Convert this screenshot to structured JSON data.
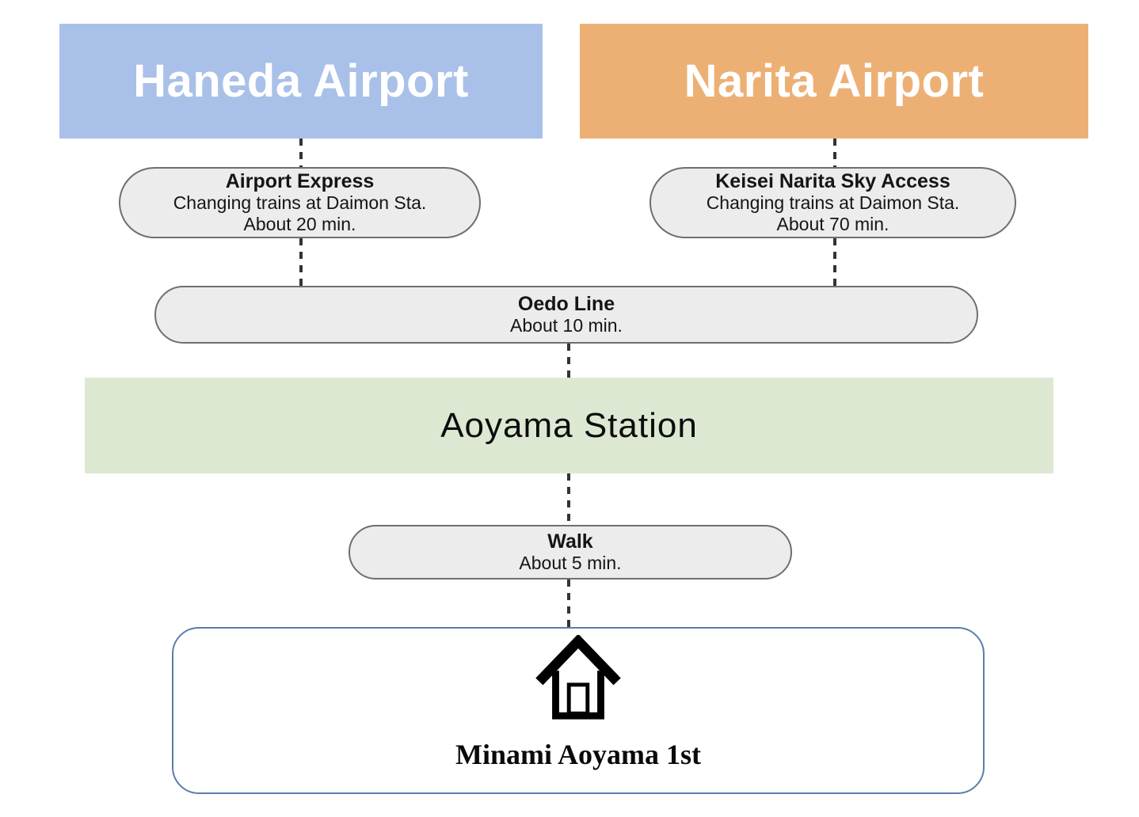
{
  "diagram": {
    "colors": {
      "pill_fill": "#ececec",
      "pill_border": "#6f6f6f",
      "connector": "#333333",
      "destination_border": "#5b7dad"
    },
    "airports": [
      {
        "label": "Haneda Airport",
        "color": "#a9c0e9"
      },
      {
        "label": "Narita Airport",
        "color": "#edb074"
      }
    ],
    "steps": {
      "airport_express": {
        "title": "Airport Express",
        "detail": "Changing trains at Daimon Sta.",
        "duration": "About 20 min."
      },
      "keisei_sky_access": {
        "title": "Keisei Narita Sky Access",
        "detail": "Changing trains at Daimon Sta.",
        "duration": "About 70 min."
      },
      "oedo_line": {
        "title": "Oedo Line",
        "duration": "About 10 min."
      },
      "walk": {
        "title": "Walk",
        "duration": "About 5 min."
      }
    },
    "station": {
      "label": "Aoyama Station",
      "color": "#dde8d3"
    },
    "destination": {
      "label": "Minami Aoyama 1st",
      "icon": "house-icon"
    }
  }
}
